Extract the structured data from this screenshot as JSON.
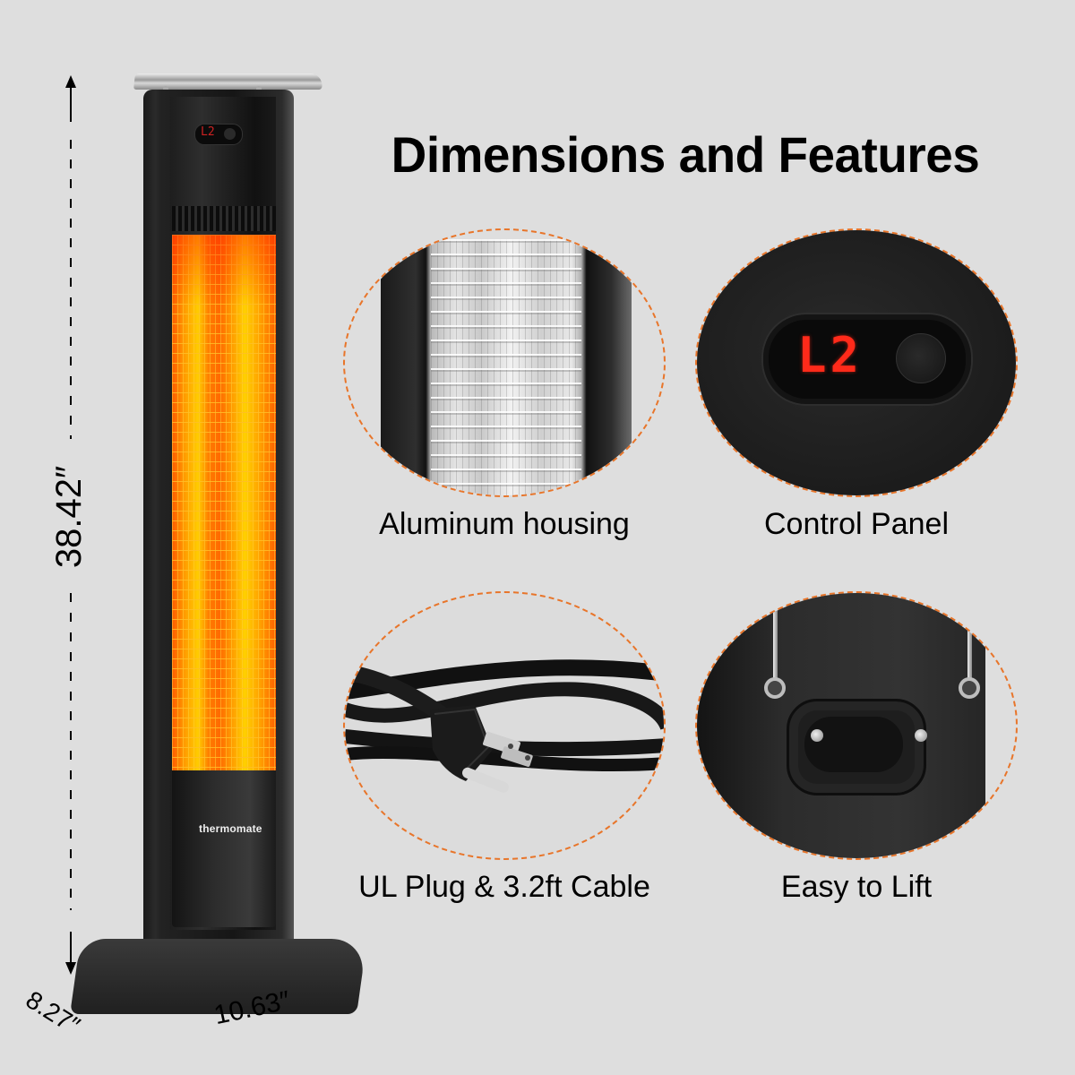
{
  "title": "Dimensions and Features",
  "product": {
    "brand": "thermomate",
    "display_reading": "L2"
  },
  "dimensions": {
    "height": "38.42″",
    "depth": "8.27″",
    "width": "10.63″"
  },
  "features": [
    {
      "label": "Aluminum housing",
      "icon": "aluminum-grille-closeup"
    },
    {
      "label": "Control Panel",
      "icon": "control-panel-closeup",
      "display": "L2"
    },
    {
      "label": "UL Plug & 3.2ft Cable",
      "icon": "plug-cable-closeup"
    },
    {
      "label": "Easy to Lift",
      "icon": "lift-handle-closeup"
    }
  ],
  "colors": {
    "background": "#dedede",
    "accent_dashed_border": "#e8752a",
    "display_red": "#ff2a1a",
    "heater_glow": "#ff9b00",
    "body": "#1b1b1b"
  }
}
